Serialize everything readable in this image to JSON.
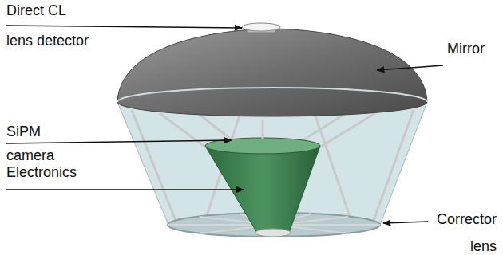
{
  "diagram": {
    "labels": [
      "Direct CL lens detector",
      "Mirror",
      "SiPM camera",
      "Electronics",
      "Corrector lens"
    ]
  }
}
